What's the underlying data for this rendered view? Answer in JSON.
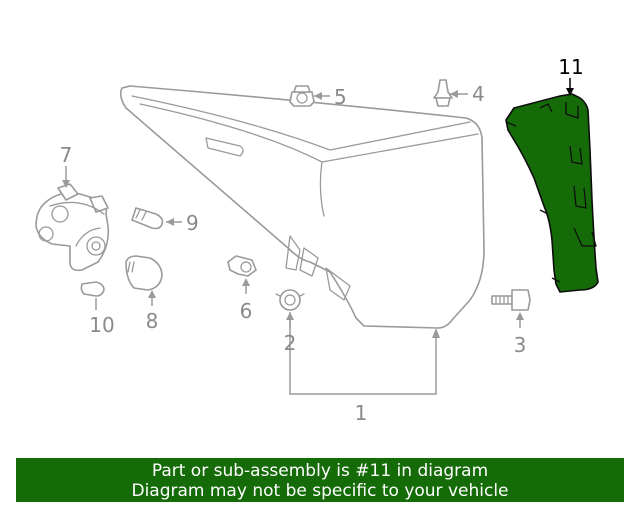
{
  "callouts": {
    "c1": "1",
    "c2": "2",
    "c3": "3",
    "c4": "4",
    "c5": "5",
    "c6": "6",
    "c7": "7",
    "c8": "8",
    "c9": "9",
    "c10": "10",
    "c11": "11"
  },
  "highlight_part": "11",
  "banner": {
    "line1": "Part or sub-assembly is #11 in diagram",
    "line2": "Diagram may not be specific to your vehicle"
  },
  "colors": {
    "highlight": "#156b08",
    "banner_bg": "#156b08",
    "banner_text": "#ffffff",
    "line_gray": "#9a9a9a"
  }
}
